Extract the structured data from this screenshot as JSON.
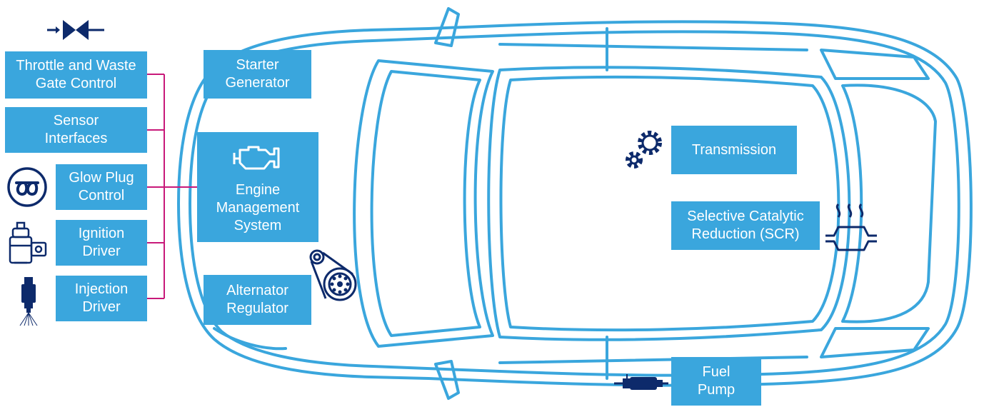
{
  "colors": {
    "box_fill": "#3aa6dd",
    "box_text": "#ffffff",
    "car_outline": "#3aa6dd",
    "connector": "#c8197a",
    "icon_dark": "#0d2a6b"
  },
  "boxes": {
    "throttle": "Throttle and Waste\nGate Control",
    "sensor": "Sensor\nInterfaces",
    "glow": "Glow Plug\nControl",
    "ignition": "Ignition\nDriver",
    "injection": "Injection\nDriver",
    "starter": "Starter\nGenerator",
    "engine": "Engine\nManagement\nSystem",
    "alternator": "Alternator\nRegulator",
    "transmission": "Transmission",
    "scr": "Selective Catalytic\nReduction (SCR)",
    "fuel": "Fuel\nPump"
  },
  "icons": {
    "throttle": "throttle-valve-icon",
    "glow": "glow-plug-icon",
    "ignition": "ignition-coil-icon",
    "injection": "fuel-injector-icon",
    "engine": "engine-icon",
    "alternator": "belt-pulley-icon",
    "transmission": "gears-icon",
    "scr": "catalytic-converter-icon",
    "fuel": "fuel-pump-icon"
  }
}
